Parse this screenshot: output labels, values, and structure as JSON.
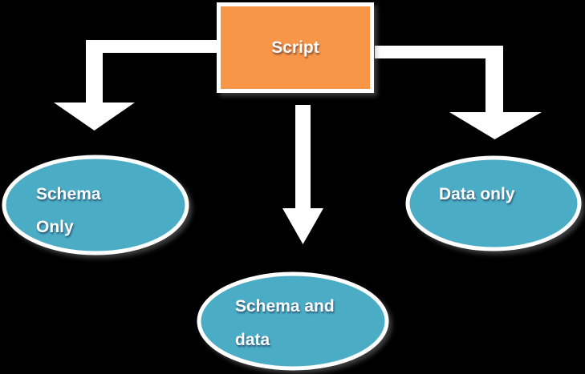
{
  "diagram": {
    "background_color": "#000000",
    "shape_border_color": "#FFFFFF",
    "arrow_color": "#FFFFFF",
    "text_color": "#FFFFFF",
    "root": {
      "id": "script",
      "shape": "rectangle",
      "label": "Script",
      "fill_color": "#F79646"
    },
    "children": [
      {
        "id": "schema-only",
        "shape": "ellipse",
        "fill_color": "#4BACC6",
        "lines": [
          "Schema",
          "Only"
        ]
      },
      {
        "id": "schema-and-data",
        "shape": "ellipse",
        "fill_color": "#4BACC6",
        "lines": [
          "Schema and",
          "data"
        ]
      },
      {
        "id": "data-only",
        "shape": "ellipse",
        "fill_color": "#4BACC6",
        "lines": [
          "Data only"
        ]
      }
    ],
    "connectors": [
      {
        "id": "arrow-left",
        "type": "bent-arrow",
        "direction": "left-then-down",
        "from": "script",
        "to": "schema-only"
      },
      {
        "id": "arrow-middle",
        "type": "straight-arrow",
        "direction": "down",
        "from": "script",
        "to": "schema-and-data"
      },
      {
        "id": "arrow-right",
        "type": "bent-arrow",
        "direction": "right-then-down",
        "from": "script",
        "to": "data-only"
      }
    ]
  }
}
